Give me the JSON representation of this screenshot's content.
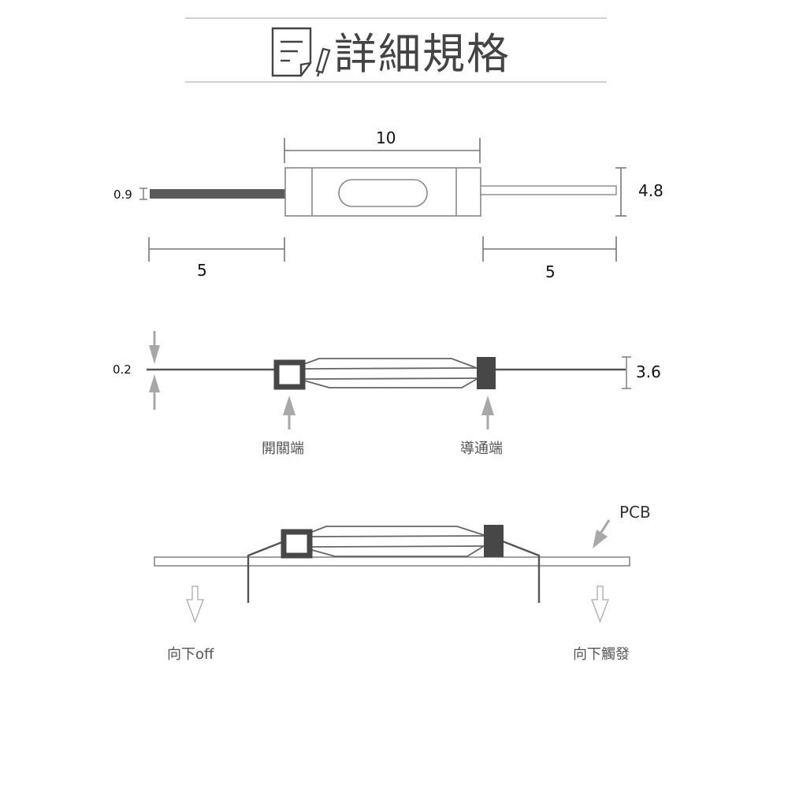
{
  "header": {
    "title": "詳細規格",
    "icon": "document-pen-icon"
  },
  "top_view": {
    "dim_body_length": "10",
    "dim_lead_thickness": "0.9",
    "dim_body_height": "4.8",
    "dim_left_lead_length": "5",
    "dim_right_lead_length": "5"
  },
  "side_view": {
    "dim_wire_diameter": "0.2",
    "dim_glass_height": "3.6",
    "label_switch_end": "開關端",
    "label_conduct_end": "導通端"
  },
  "mount_view": {
    "label_pcb": "PCB",
    "label_down_off": "向下off",
    "label_down_trigger": "向下觸發"
  },
  "colors": {
    "line": "#6b6b6b",
    "dark_fill": "#474747",
    "arrow_gray": "#a8a8a8",
    "rule": "#cccccc"
  }
}
